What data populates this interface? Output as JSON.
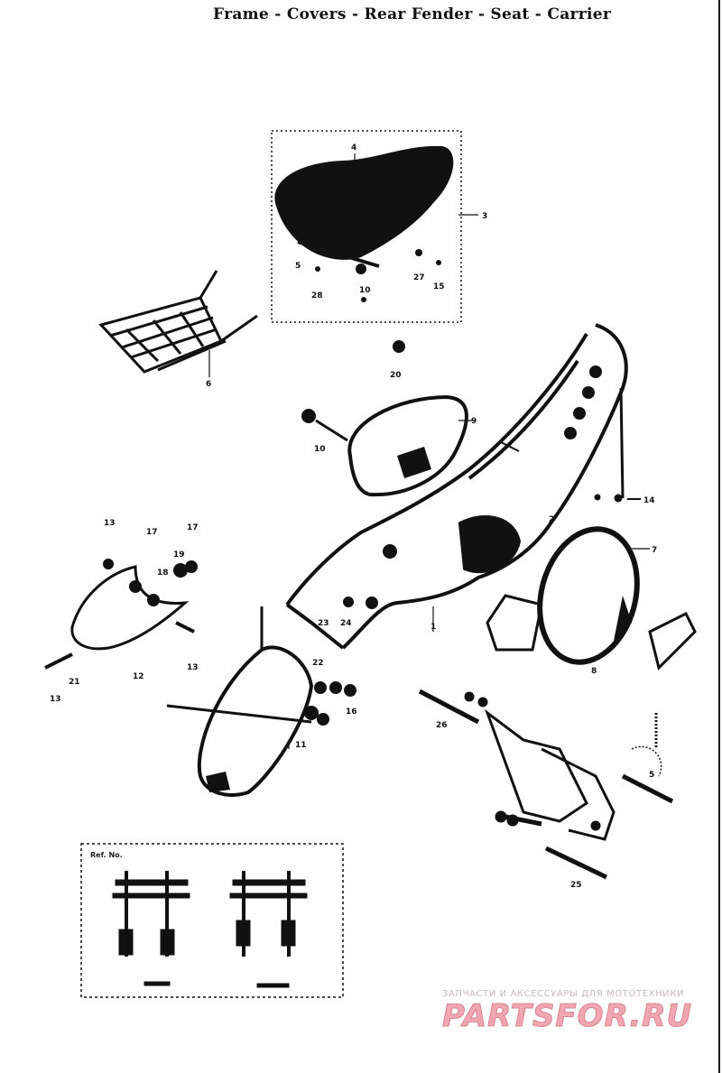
{
  "title": "Frame - Covers - Rear Fender - Seat - Carrier",
  "watermark": {
    "subtitle": "ЗАПЧАСТИ И АКСЕССУАРЫ ДЛЯ МОТОТЕХНИКИ",
    "logo": "PARTSFOR.RU"
  },
  "ref_note": "Ref. No.",
  "colors": {
    "ink": "#111111",
    "paper": "#ffffff",
    "watermark": "#f1a7b1"
  },
  "part_labels": [
    {
      "id": "p4",
      "text": "4"
    },
    {
      "id": "p3",
      "text": "3"
    },
    {
      "id": "p5",
      "text": "5"
    },
    {
      "id": "p28a",
      "text": "28"
    },
    {
      "id": "p10a",
      "text": "10"
    },
    {
      "id": "p27",
      "text": "27"
    },
    {
      "id": "p15",
      "text": "15"
    },
    {
      "id": "p6",
      "text": "6"
    },
    {
      "id": "p20",
      "text": "20"
    },
    {
      "id": "p9",
      "text": "9"
    },
    {
      "id": "p10b",
      "text": "10"
    },
    {
      "id": "p14",
      "text": "14"
    },
    {
      "id": "p2",
      "text": "2"
    },
    {
      "id": "p7",
      "text": "7"
    },
    {
      "id": "p8",
      "text": "8"
    },
    {
      "id": "p1",
      "text": "1"
    },
    {
      "id": "p13a",
      "text": "13"
    },
    {
      "id": "p17a",
      "text": "17"
    },
    {
      "id": "p17b",
      "text": "17"
    },
    {
      "id": "p19",
      "text": "19"
    },
    {
      "id": "p18",
      "text": "18"
    },
    {
      "id": "p12",
      "text": "12"
    },
    {
      "id": "p13b",
      "text": "13"
    },
    {
      "id": "p21",
      "text": "21"
    },
    {
      "id": "p13c",
      "text": "13"
    },
    {
      "id": "p23",
      "text": "23"
    },
    {
      "id": "p24",
      "text": "24"
    },
    {
      "id": "p22",
      "text": "22"
    },
    {
      "id": "p16",
      "text": "16"
    },
    {
      "id": "p11",
      "text": "11"
    },
    {
      "id": "p26",
      "text": "26"
    },
    {
      "id": "p5b",
      "text": "5"
    },
    {
      "id": "p25",
      "text": "25"
    }
  ]
}
